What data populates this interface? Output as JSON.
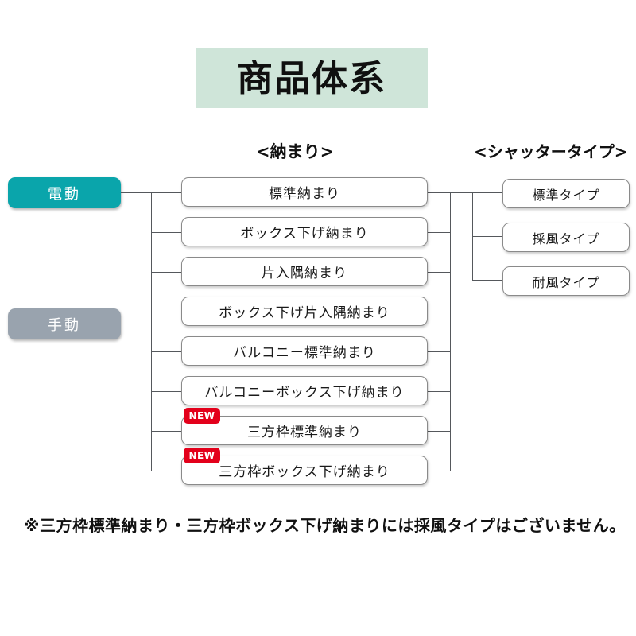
{
  "page": {
    "title": "商品体系",
    "footnote": "※三方枠標準納まり・三方枠ボックス下げ納まりには採風タイプはございません。",
    "colors": {
      "title_band": "#cfe5d9",
      "electric_button": "#0aa5ab",
      "manual_button": "#99a3ae",
      "new_badge": "#e3001b",
      "line": "#55585c",
      "box_border": "#8a8a8a"
    }
  },
  "drive_modes": [
    {
      "label": "電動"
    },
    {
      "label": "手動"
    }
  ],
  "columns": {
    "osamari_header": "<納まり>",
    "shutter_header": "<シャッタータイプ>"
  },
  "osamari": [
    {
      "label": "標準納まり",
      "badge": ""
    },
    {
      "label": "ボックス下げ納まり",
      "badge": ""
    },
    {
      "label": "片入隅納まり",
      "badge": ""
    },
    {
      "label": "ボックス下げ片入隅納まり",
      "badge": ""
    },
    {
      "label": "バルコニー標準納まり",
      "badge": ""
    },
    {
      "label": "バルコニーボックス下げ納まり",
      "badge": ""
    },
    {
      "label": "三方枠標準納まり",
      "badge": "NEW"
    },
    {
      "label": "三方枠ボックス下げ納まり",
      "badge": "NEW"
    }
  ],
  "shutter_types": [
    {
      "label": "標準タイプ"
    },
    {
      "label": "採風タイプ"
    },
    {
      "label": "耐風タイプ"
    }
  ]
}
